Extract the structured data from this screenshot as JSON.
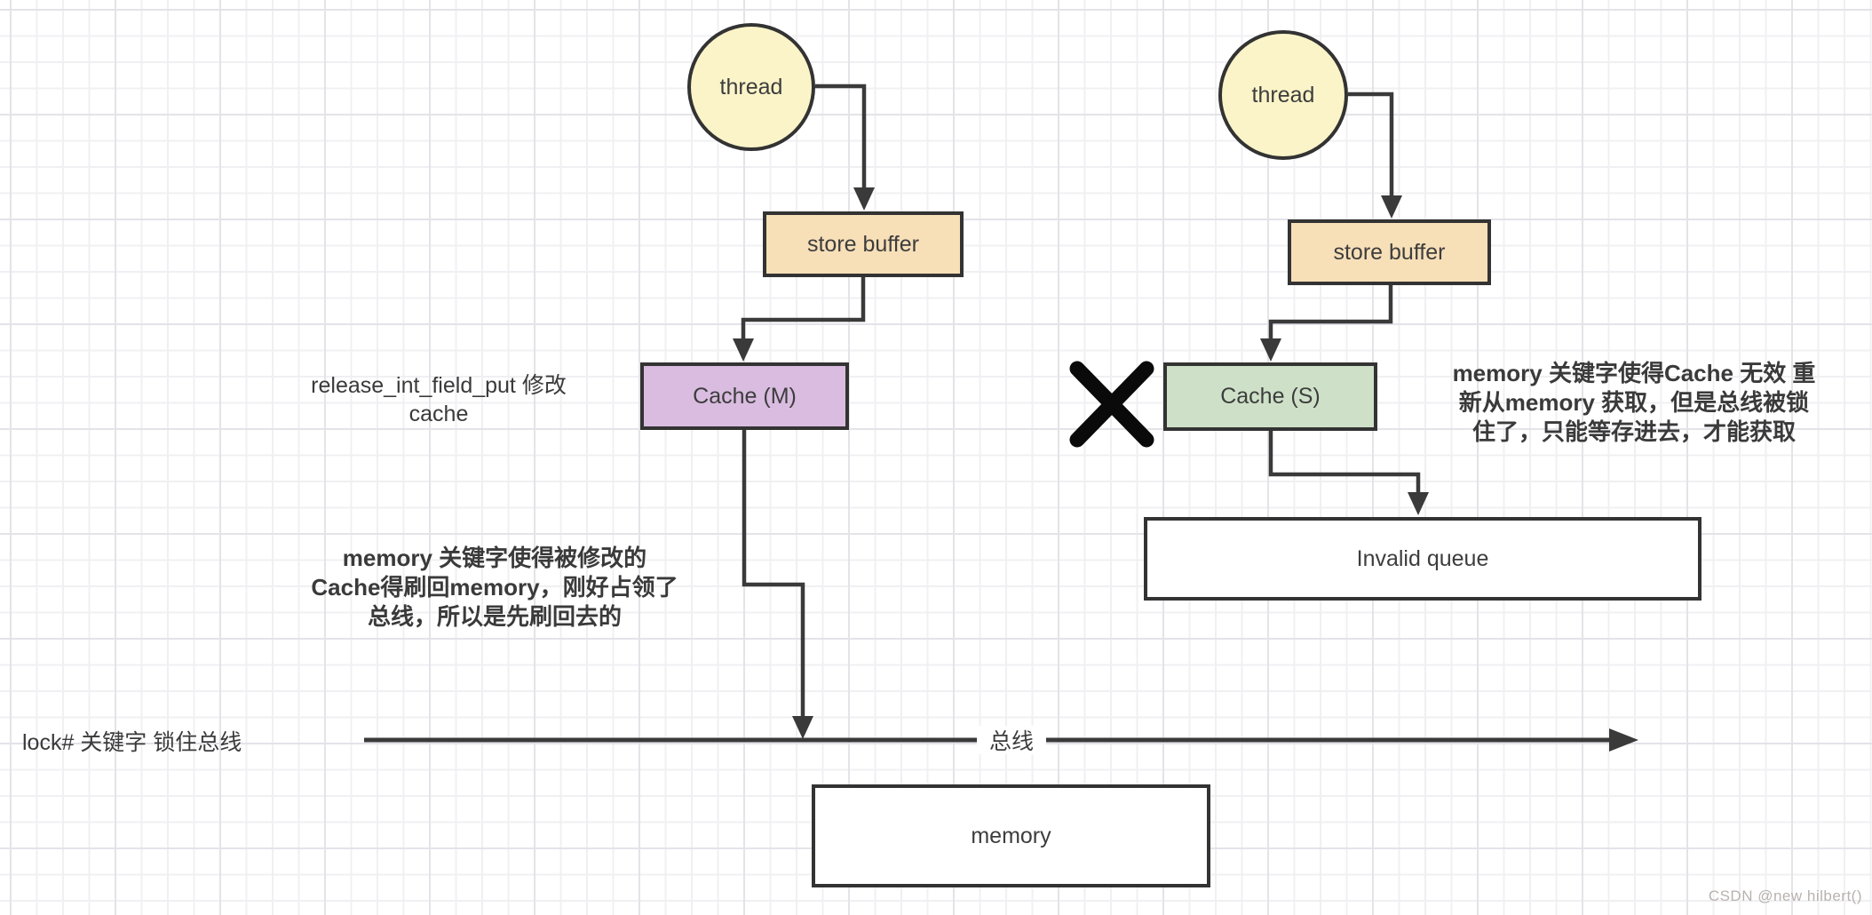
{
  "colors": {
    "thread_fill": "#fbf4c8",
    "store_buffer_fill": "#f7dfb8",
    "cache_m_fill": "#d9bce0",
    "cache_s_fill": "#cee1c8",
    "plain_fill": "#ffffff",
    "stroke": "#333333",
    "text": "#3a3a3a",
    "watermark": "#b8b2ae"
  },
  "left": {
    "thread_label": "thread",
    "store_buffer_label": "store buffer",
    "cache_label": "Cache (M)",
    "release_note": {
      "line1": "release_int_field_put 修改",
      "line2": "cache"
    },
    "flush_note": {
      "line1": "memory 关键字使得被修改的",
      "line2": "Cache得刷回memory，刚好占领了",
      "line3": "总线，所以是先刷回去的"
    },
    "lock_note": "lock# 关键字 锁住总线"
  },
  "right": {
    "thread_label": "thread",
    "store_buffer_label": "store buffer",
    "cache_label": "Cache (S)",
    "invalid_queue_label": "Invalid queue",
    "invalid_note": {
      "line1": "memory 关键字使得Cache 无效 重",
      "line2": "新从memory 获取，但是总线被锁",
      "line3": "住了，只能等存进去，才能获取"
    }
  },
  "bus_label": "总线",
  "memory_label": "memory",
  "watermark": "CSDN @new hilbert()"
}
